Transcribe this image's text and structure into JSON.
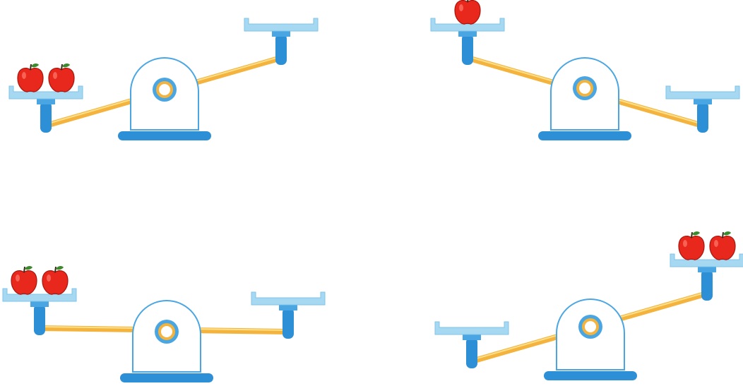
{
  "colors": {
    "background": "#ffffff",
    "tray": "#a7d8f2",
    "tray_stroke": "#7cc3ea",
    "post": "#2d8fd5",
    "post_light": "#4aa6e3",
    "beam": "#f3b33d",
    "beam_highlight": "#ffe08a",
    "base": "#2d8fd5",
    "body_stroke": "#4aa6e3",
    "ring_outer": "#4aa6e3",
    "ring_inner": "#f3b33d",
    "apple": "#e8281c",
    "apple_dark": "#a8140c",
    "apple_stem": "#3a2a1a",
    "apple_leaf": "#3c8a2e"
  },
  "seesaws": [
    {
      "id": "seesaw-top-left",
      "tilt": "left-down",
      "left_apples": 2,
      "right_apples": 0
    },
    {
      "id": "seesaw-top-right",
      "tilt": "right-down",
      "left_apples": 1,
      "right_apples": 0
    },
    {
      "id": "seesaw-bottom-left",
      "tilt": "level",
      "left_apples": 2,
      "right_apples": 0
    },
    {
      "id": "seesaw-bottom-right",
      "tilt": "left-down",
      "left_apples": 0,
      "right_apples": 2
    }
  ]
}
